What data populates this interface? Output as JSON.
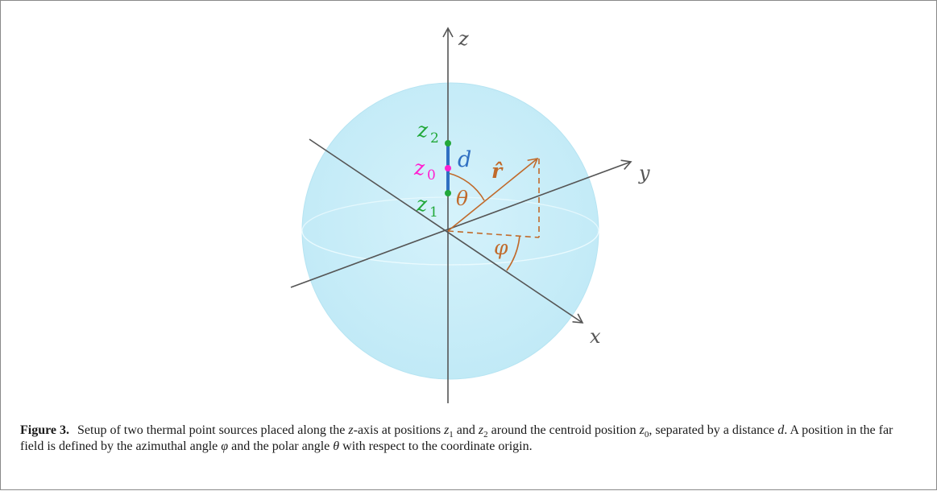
{
  "diagram": {
    "labels": {
      "z_axis": "z",
      "y_axis": "y",
      "x_axis": "x",
      "z2": "z",
      "z2_sub": "2",
      "z0": "z",
      "z0_sub": "0",
      "z1": "z",
      "z1_sub": "1",
      "distance": "d",
      "r_hat": "r̂",
      "theta": "θ",
      "phi": "φ"
    },
    "colors": {
      "sphere_fill": "#c7edf8",
      "sphere_edge": "#b6e4f2",
      "axis": "#555555",
      "source_points": "#22a83a",
      "centroid": "#ff20d0",
      "separation": "#2f6fc2",
      "vector": "#c06a2b"
    }
  },
  "caption": {
    "label": "Figure 3.",
    "text_1": "Setup of two thermal point sources placed along the ",
    "z_axis": "z",
    "text_2": "-axis at positions ",
    "z1": "z",
    "z1_sub": "1",
    "text_3": " and ",
    "z2": "z",
    "z2_sub": "2",
    "text_4": " around the centroid position ",
    "z0": "z",
    "z0_sub": "0",
    "text_5": ", separated by a distance ",
    "d": "d",
    "text_6": ". A position in the far field is defined by the azimuthal angle ",
    "phi": "φ",
    "text_7": " and the polar angle ",
    "theta": "θ",
    "text_8": " with respect to the coordinate origin."
  }
}
